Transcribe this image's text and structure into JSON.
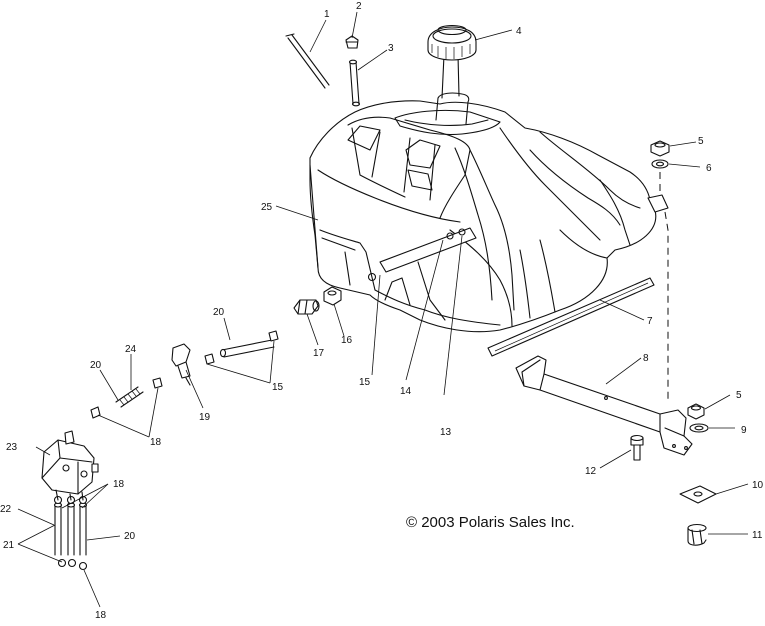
{
  "copyright": "© 2003 Polaris Sales Inc.",
  "callouts": [
    {
      "id": "c1",
      "text": "1"
    },
    {
      "id": "c2",
      "text": "2"
    },
    {
      "id": "c3",
      "text": "3"
    },
    {
      "id": "c4",
      "text": "4"
    },
    {
      "id": "c5a",
      "text": "5"
    },
    {
      "id": "c6",
      "text": "6"
    },
    {
      "id": "c25",
      "text": "25"
    },
    {
      "id": "c7",
      "text": "7"
    },
    {
      "id": "c8",
      "text": "8"
    },
    {
      "id": "c5b",
      "text": "5"
    },
    {
      "id": "c9",
      "text": "9"
    },
    {
      "id": "c20a",
      "text": "20"
    },
    {
      "id": "c17",
      "text": "17"
    },
    {
      "id": "c16",
      "text": "16"
    },
    {
      "id": "c15a",
      "text": "15"
    },
    {
      "id": "c14",
      "text": "14"
    },
    {
      "id": "c13",
      "text": "13"
    },
    {
      "id": "c15b",
      "text": "15"
    },
    {
      "id": "c20b",
      "text": "20"
    },
    {
      "id": "c24",
      "text": "24"
    },
    {
      "id": "c19",
      "text": "19"
    },
    {
      "id": "c18a",
      "text": "18"
    },
    {
      "id": "c12",
      "text": "12"
    },
    {
      "id": "c23",
      "text": "23"
    },
    {
      "id": "c18b",
      "text": "18"
    },
    {
      "id": "c22",
      "text": "22"
    },
    {
      "id": "c21",
      "text": "21"
    },
    {
      "id": "c20c",
      "text": "20"
    },
    {
      "id": "c10",
      "text": "10"
    },
    {
      "id": "c11",
      "text": "11"
    },
    {
      "id": "c18c",
      "text": "18"
    }
  ]
}
